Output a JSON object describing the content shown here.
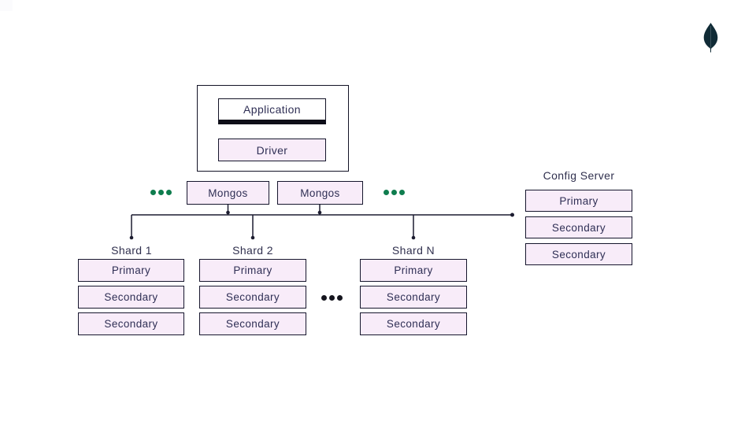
{
  "logo": {
    "name": "mongodb-leaf",
    "color": "#102b36"
  },
  "application_group": {
    "application": "Application",
    "driver": "Driver"
  },
  "mongos": {
    "box1": "Mongos",
    "box2": "Mongos"
  },
  "config_server": {
    "title": "Config Server",
    "nodes": [
      "Primary",
      "Secondary",
      "Secondary"
    ]
  },
  "shards": [
    {
      "title": "Shard 1",
      "nodes": [
        "Primary",
        "Secondary",
        "Secondary"
      ]
    },
    {
      "title": "Shard 2",
      "nodes": [
        "Primary",
        "Secondary",
        "Secondary"
      ]
    },
    {
      "title": "Shard N",
      "nodes": [
        "Primary",
        "Secondary",
        "Secondary"
      ]
    }
  ],
  "colors": {
    "node_fill": "#f8ecf9",
    "node_border": "#16162d",
    "node_text": "#2f2f55",
    "connector_line": "#1c1c30",
    "ellipsis_green": "#0f7d4e",
    "ellipsis_black": "#15151e",
    "application_bar": "#0e0e18",
    "background": "#ffffff"
  }
}
